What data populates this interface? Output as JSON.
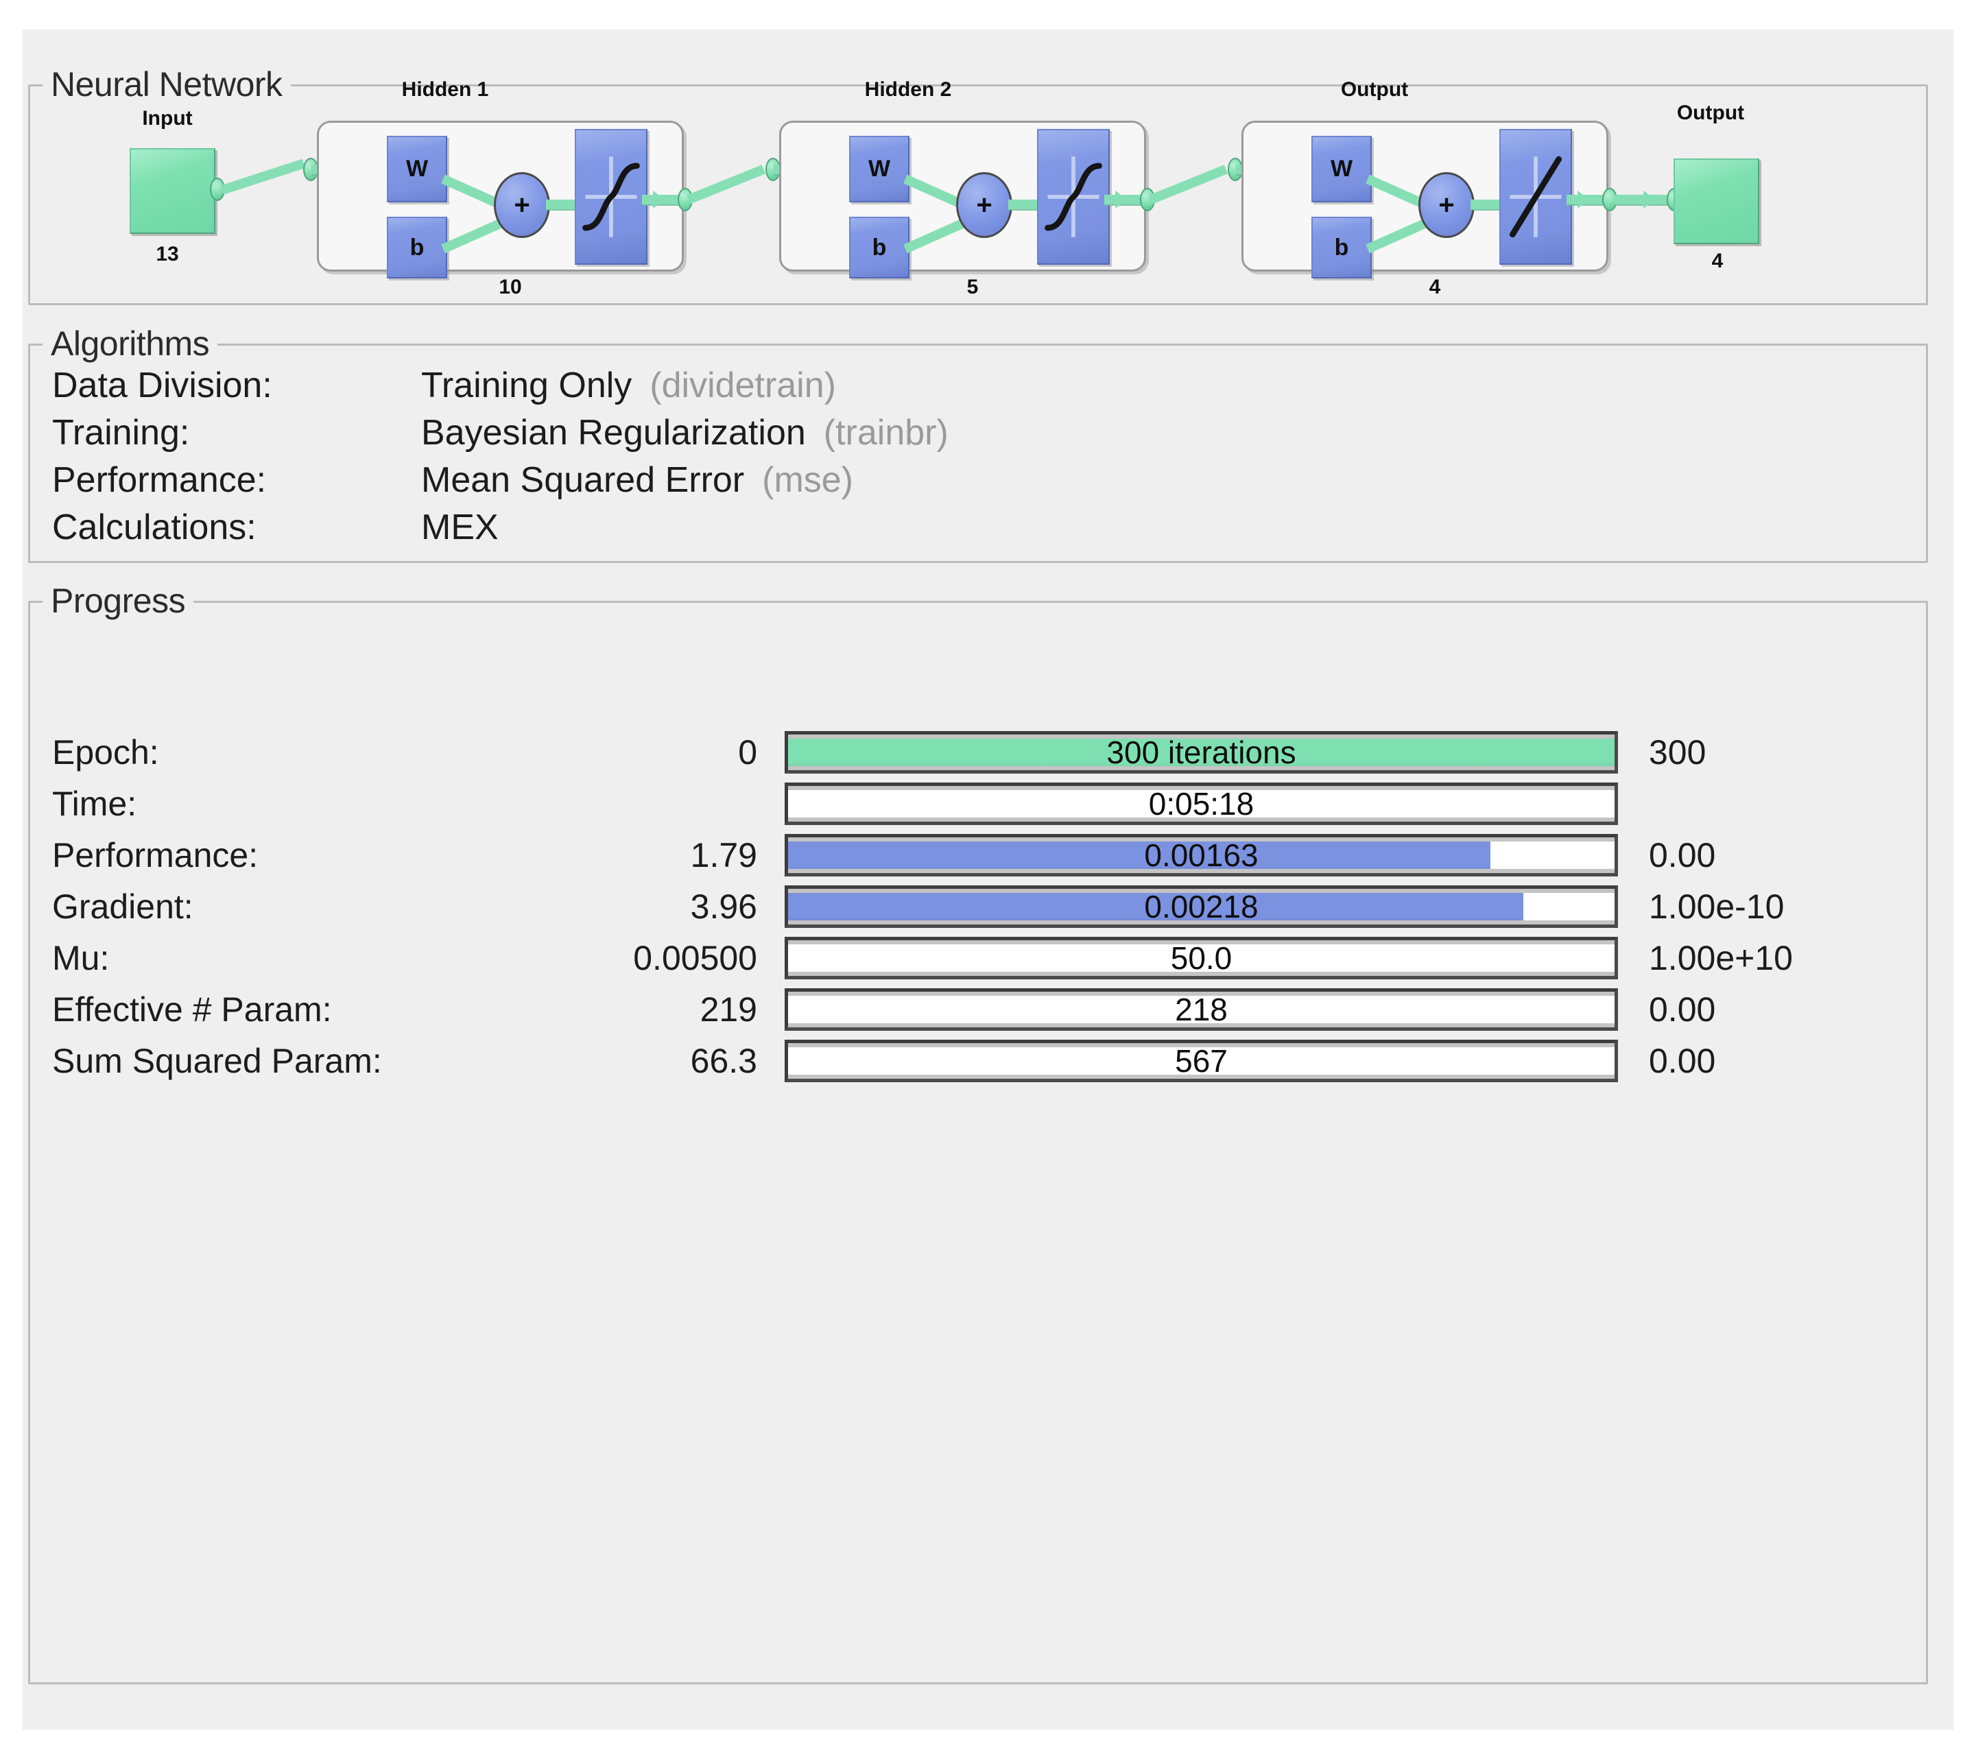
{
  "window": {
    "background_color": "#efefef"
  },
  "colors": {
    "green": "#7ee0b0",
    "blue": "#7b92e0",
    "border": "#bcbcbc",
    "text": "#1c1c1c",
    "muted": "#9a9a9a"
  },
  "network": {
    "title": "Neural Network",
    "input": {
      "label": "Input",
      "size": "13"
    },
    "output": {
      "label": "Output",
      "size": "4"
    },
    "layers": [
      {
        "label": "Hidden 1",
        "size": "10",
        "weight_label": "W",
        "bias_label": "b",
        "sum_label": "+",
        "transfer": "sigmoid"
      },
      {
        "label": "Hidden 2",
        "size": "5",
        "weight_label": "W",
        "bias_label": "b",
        "sum_label": "+",
        "transfer": "sigmoid"
      },
      {
        "label": "Output",
        "size": "4",
        "weight_label": "W",
        "bias_label": "b",
        "sum_label": "+",
        "transfer": "linear"
      }
    ]
  },
  "algorithms": {
    "title": "Algorithms",
    "rows": [
      {
        "key": "Data Division:",
        "value": "Training Only",
        "fn": "(dividetrain)"
      },
      {
        "key": "Training:",
        "value": "Bayesian Regularization",
        "fn": "(trainbr)"
      },
      {
        "key": "Performance:",
        "value": "Mean Squared Error",
        "fn": "(mse)"
      },
      {
        "key": "Calculations:",
        "value": "MEX",
        "fn": ""
      }
    ]
  },
  "progress": {
    "title": "Progress",
    "rows": [
      {
        "label": "Epoch:",
        "start": "0",
        "bar_text": "300 iterations",
        "stop": "300",
        "fill_pct": 100,
        "fill_color": "green"
      },
      {
        "label": "Time:",
        "start": "",
        "bar_text": "0:05:18",
        "stop": "",
        "fill_pct": 0,
        "fill_color": "none"
      },
      {
        "label": "Performance:",
        "start": "1.79",
        "bar_text": "0.00163",
        "stop": "0.00",
        "fill_pct": 85,
        "fill_color": "blue"
      },
      {
        "label": "Gradient:",
        "start": "3.96",
        "bar_text": "0.00218",
        "stop": "1.00e-10",
        "fill_pct": 89,
        "fill_color": "blue"
      },
      {
        "label": "Mu:",
        "start": "0.00500",
        "bar_text": "50.0",
        "stop": "1.00e+10",
        "fill_pct": 0,
        "fill_color": "none"
      },
      {
        "label": "Effective # Param:",
        "start": "219",
        "bar_text": "218",
        "stop": "0.00",
        "fill_pct": 0,
        "fill_color": "none"
      },
      {
        "label": "Sum Squared Param:",
        "start": "66.3",
        "bar_text": "567",
        "stop": "0.00",
        "fill_pct": 0,
        "fill_color": "none"
      }
    ]
  }
}
